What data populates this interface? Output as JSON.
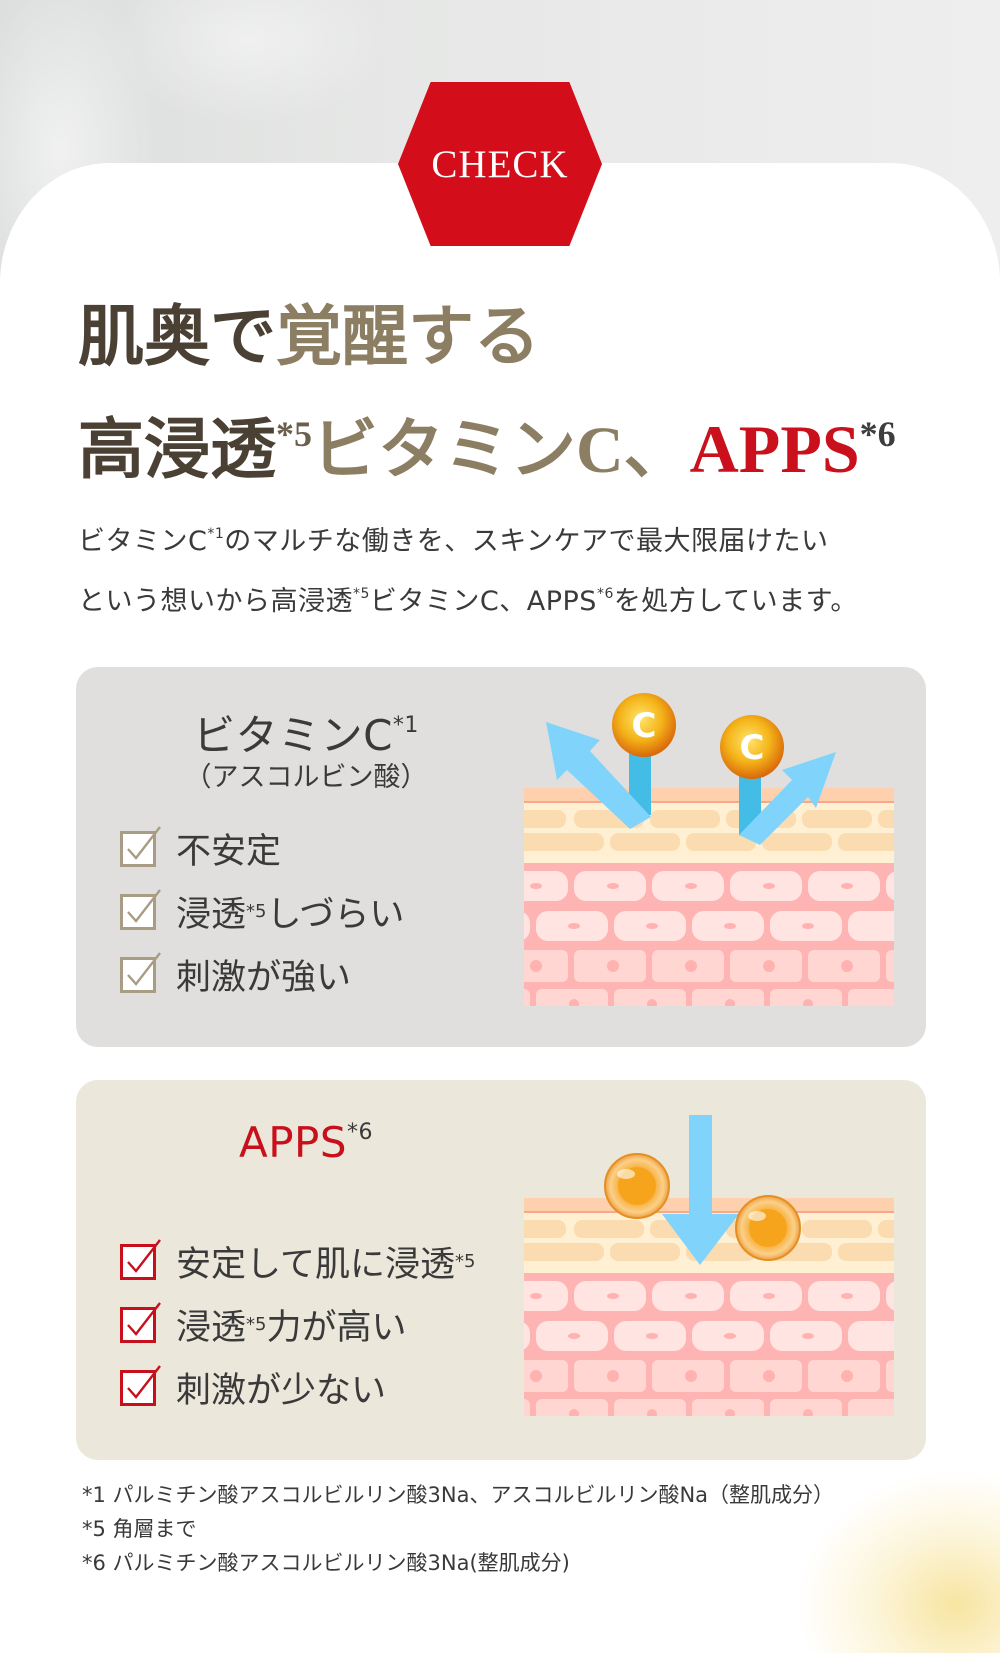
{
  "badge": {
    "label": "CHECK",
    "color": "#d30d19"
  },
  "headline": {
    "line1_part1": "肌奥で",
    "line1_part2": "覚醒する",
    "line2_part1": "高浸透",
    "line2_sup1": "*5",
    "line2_part2": "ビタミンC、",
    "line2_apps": "APPS",
    "line2_sup2": "*6"
  },
  "lead": {
    "p1": "ビタミンC",
    "sup1": "*1",
    "p2": "のマルチな働きを、スキンケアで最大限届けたい",
    "p3": "という想いから高浸透",
    "sup2": "*5",
    "p4": "ビタミンC、APPS",
    "sup3": "*6",
    "p5": "を処方しています。"
  },
  "vitamin_c_panel": {
    "title": "ビタミンC",
    "title_sup": "*1",
    "subtitle": "（アスコルビン酸）",
    "checklist": [
      {
        "text": "不安定",
        "sup": "",
        "after": ""
      },
      {
        "text": "浸透",
        "sup": "*5",
        "after": "しづらい"
      },
      {
        "text": "刺激が強い",
        "sup": "",
        "after": ""
      }
    ],
    "check_color": "#a89c84",
    "illustration": "vitamin-c-bouncing-off-skin",
    "molecule_label": "C"
  },
  "apps_panel": {
    "title": "APPS",
    "title_sup": "*6",
    "checklist": [
      {
        "text": "安定して肌に浸透",
        "sup": "*5",
        "after": ""
      },
      {
        "text": "浸透",
        "sup": "*5",
        "after": "力が高い"
      },
      {
        "text": "刺激が少ない",
        "sup": "",
        "after": ""
      }
    ],
    "check_color": "#c8101c",
    "illustration": "apps-penetrating-skin"
  },
  "footnotes": [
    "*1  パルミチン酸アスコルビルリン酸3Na、アスコルビルリン酸Na（整肌成分）",
    "*5  角層まで",
    "*6  パルミチン酸アスコルビルリン酸3Na(整肌成分)"
  ],
  "colors": {
    "accent_red": "#c8101c",
    "gold_text": "#8c7e63",
    "panel_gray": "#e0dfde",
    "panel_beige": "#ebe7da",
    "arrow_blue": "#7fd4fb"
  }
}
